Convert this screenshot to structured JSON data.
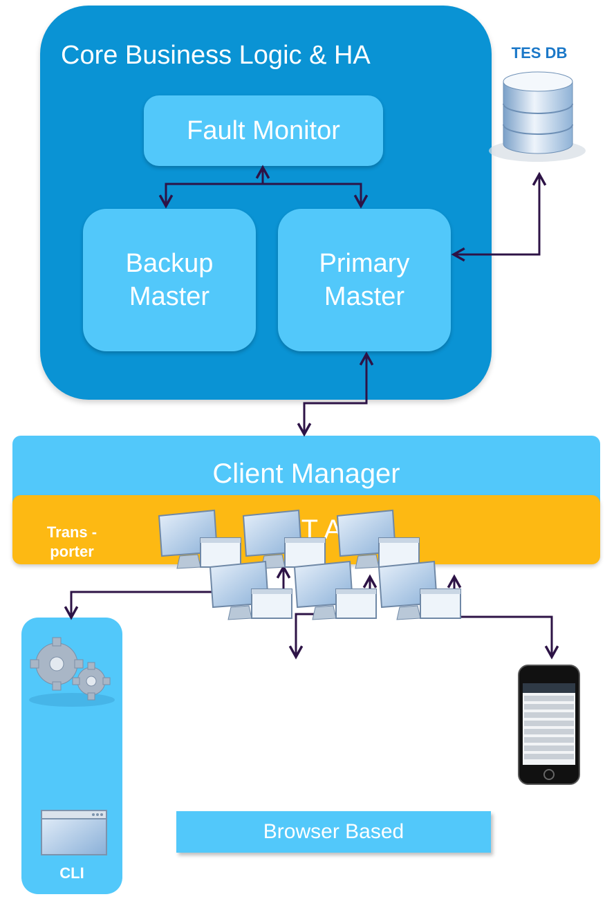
{
  "core": {
    "title": "Core Business Logic & HA"
  },
  "fault_monitor": {
    "label": "Fault Monitor"
  },
  "backup_master": {
    "label": "Backup\nMaster"
  },
  "primary_master": {
    "label": "Primary\nMaster"
  },
  "tes_db": {
    "label": "TES DB"
  },
  "client_manager": {
    "label": "Client Manager"
  },
  "rest_api": {
    "label": "REST API"
  },
  "transporter": {
    "label": "Trans -\nporter"
  },
  "cli": {
    "label": "CLI"
  },
  "browser": {
    "label": "Browser Based"
  },
  "colors": {
    "core": "#0a93d4",
    "inner": "#52c8fa",
    "rest": "#fdb913",
    "arrow": "#2d1346",
    "db_label": "#1b78c8"
  },
  "icons": [
    "database-icon",
    "gears-icon",
    "window-icon",
    "monitor-icon",
    "smartphone-icon"
  ]
}
